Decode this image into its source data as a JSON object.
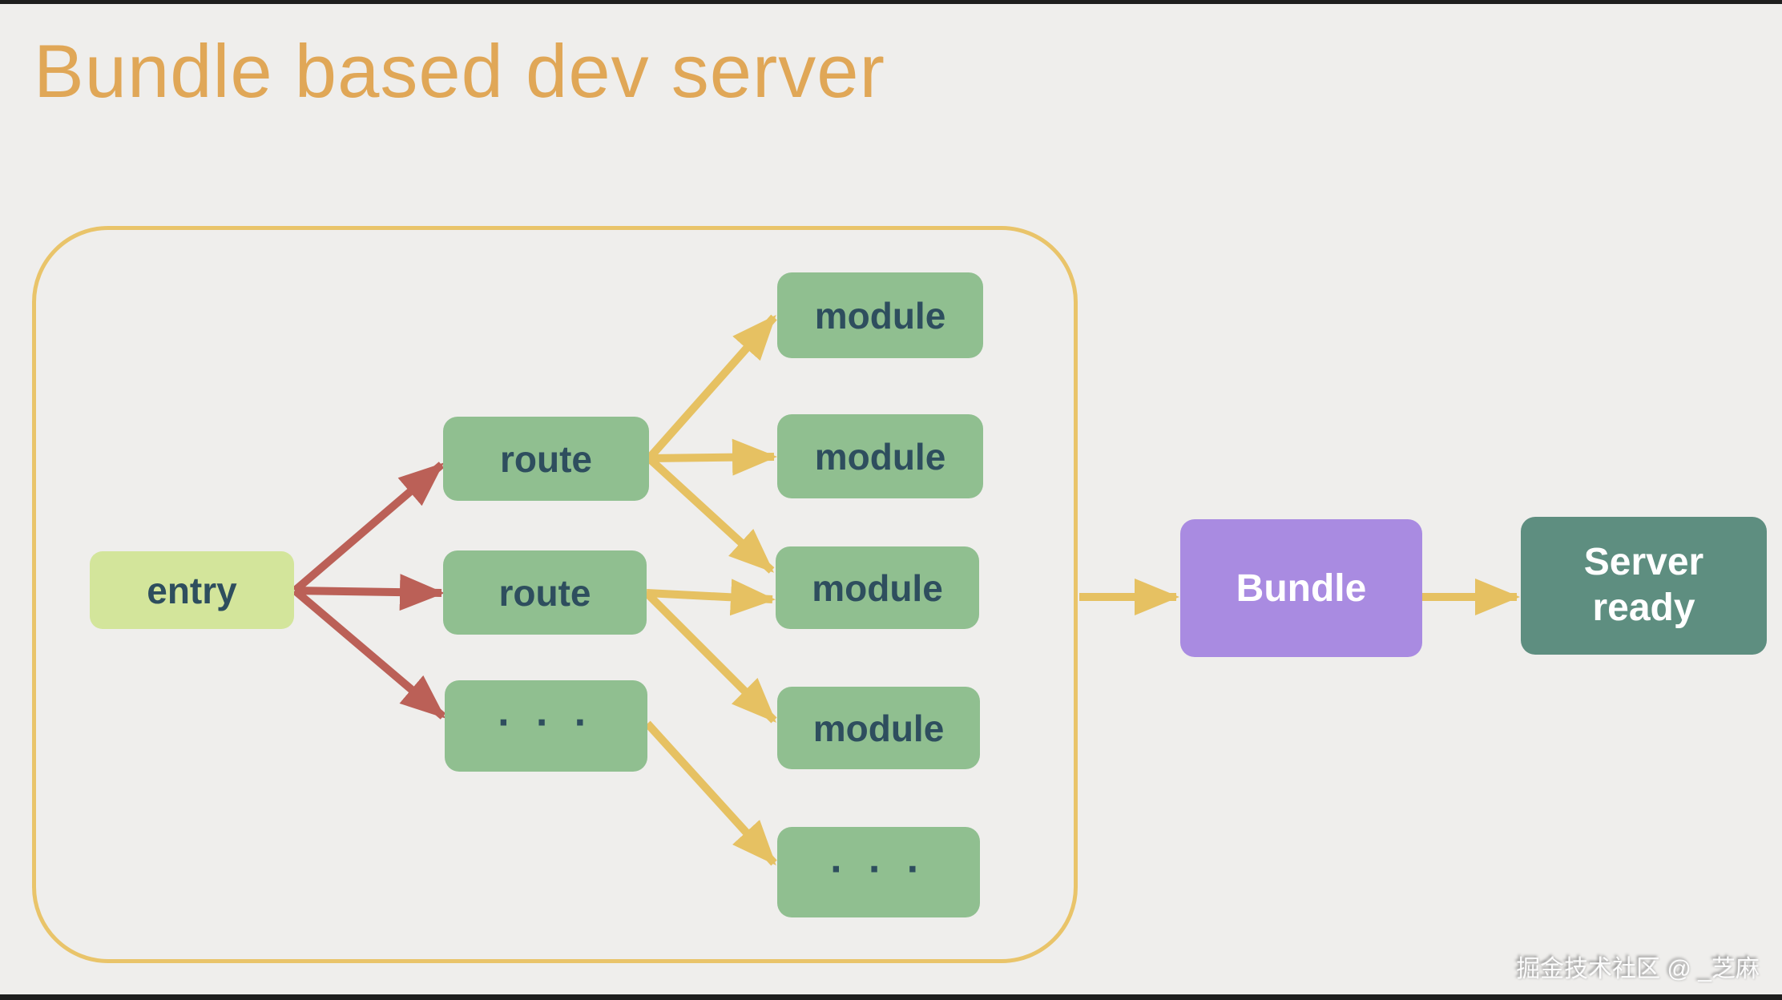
{
  "page": {
    "title": "Bundle based dev server",
    "watermark": "掘金技术社区 @ _芝麻"
  },
  "colors": {
    "background": "#efeeec",
    "letterbox_bar": "#1e1e1e",
    "title_text": "#e0a757",
    "container_border": "#e9c46a",
    "entry_bg": "#d3e59b",
    "node_bg": "#90bf90",
    "node_text": "#2e4e5e",
    "red_arrow": "#bb6057",
    "yellow_arrow": "#e6c162",
    "bundle_bg": "#a98be1",
    "server_bg": "#5e8e80",
    "light_text": "#ffffff"
  },
  "diagram": {
    "entry": {
      "label": "entry"
    },
    "routes": [
      {
        "label": "route"
      },
      {
        "label": "route"
      },
      {
        "label": "· · ·"
      }
    ],
    "modules": [
      {
        "label": "module"
      },
      {
        "label": "module"
      },
      {
        "label": "module"
      },
      {
        "label": "module"
      },
      {
        "label": "· · ·"
      }
    ],
    "bundle": {
      "label": "Bundle"
    },
    "server": {
      "label": "Server ready"
    }
  }
}
